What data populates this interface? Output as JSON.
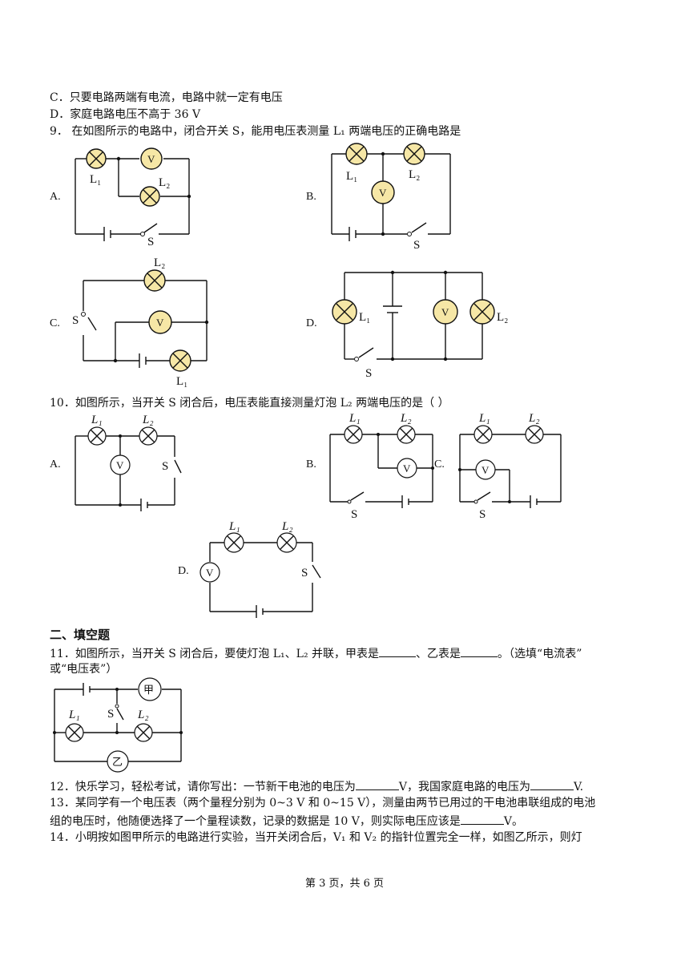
{
  "q8_options": {
    "c": "C．只要电路两端有电流，电路中就一定有电压",
    "d": "D．家庭电路电压不高于 36 V"
  },
  "q9": {
    "stem": "9．  在如图所示的电路中，闭合开关 S，能用电压表测量 L₁ 两端电压的正确电路是",
    "options": [
      "A.",
      "B.",
      "C.",
      "D."
    ]
  },
  "q10": {
    "stem": "10．如图所示，当开关 S 闭合后，电压表能直接测量灯泡 L₂ 两端电压的是（          ）",
    "options": [
      "A.",
      "B.",
      "C.",
      "D."
    ]
  },
  "circuit_labels": {
    "l1": "L₁",
    "l2": "L₂",
    "s": "S",
    "v": "V",
    "jia": "甲",
    "yi": "乙"
  },
  "section2": {
    "title": "二、填空题"
  },
  "q11": {
    "line1_a": "11．如图所示，当开关 S 闭合后，要使灯泡 L₁、L₂ 并联，甲表是",
    "line1_b": "、乙表是",
    "line1_c": "。（选填“电流表”",
    "line2": "或“电压表”）"
  },
  "q12": {
    "a": "12．快乐学习，轻松考试，请你写出：一节新干电池的电压为",
    "b": "V，我国家庭电路的电压为",
    "c": "V."
  },
  "q13": {
    "line1": "13．某同学有一个电压表（两个量程分别为 0~3 V 和 0~15 V），测量由两节已用过的干电池串联组成的电池",
    "line2_a": "组的电压时，他随便选择了一个量程读数，记录的数据是 10 V，则实际电压应该是",
    "line2_b": "V。"
  },
  "q14": {
    "line1": "14．小明按如图甲所示的电路进行实验，当开关闭合后，V₁ 和 V₂ 的指针位置完全一样，如图乙所示，则灯"
  },
  "footer": {
    "page": "第 3 页，共 6 页"
  }
}
